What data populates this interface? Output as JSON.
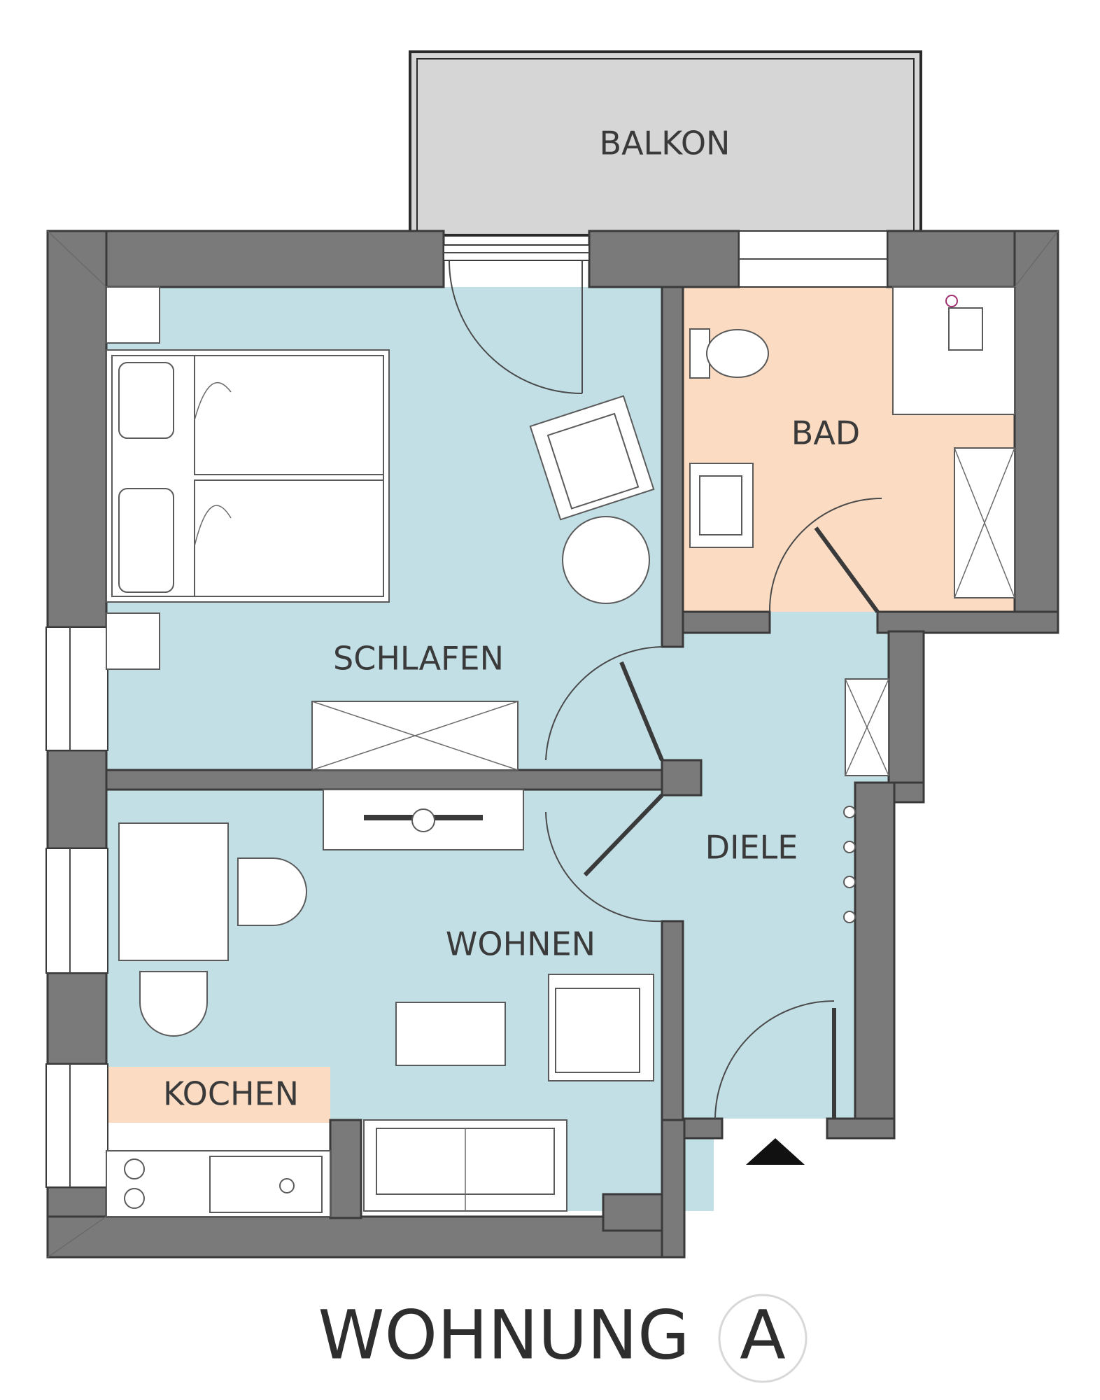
{
  "plan": {
    "rooms": {
      "balkon": "BALKON",
      "bad": "BAD",
      "schlafen": "SCHLAFEN",
      "diele": "DIELE",
      "wohnen": "WOHNEN",
      "kochen": "KOCHEN"
    },
    "title": "WOHNUNG",
    "title_letter": "A"
  },
  "colors": {
    "wall": "#7a7a7a",
    "wall_edge": "#3a3a3a",
    "living_floor": "#c2dfe6",
    "wet_floor": "#fbdcc2",
    "balcony": "#d6d6d6",
    "furniture": "#ffffff"
  },
  "icons": [
    "entrance-arrow-icon",
    "door-swing-icon",
    "window-icon"
  ]
}
